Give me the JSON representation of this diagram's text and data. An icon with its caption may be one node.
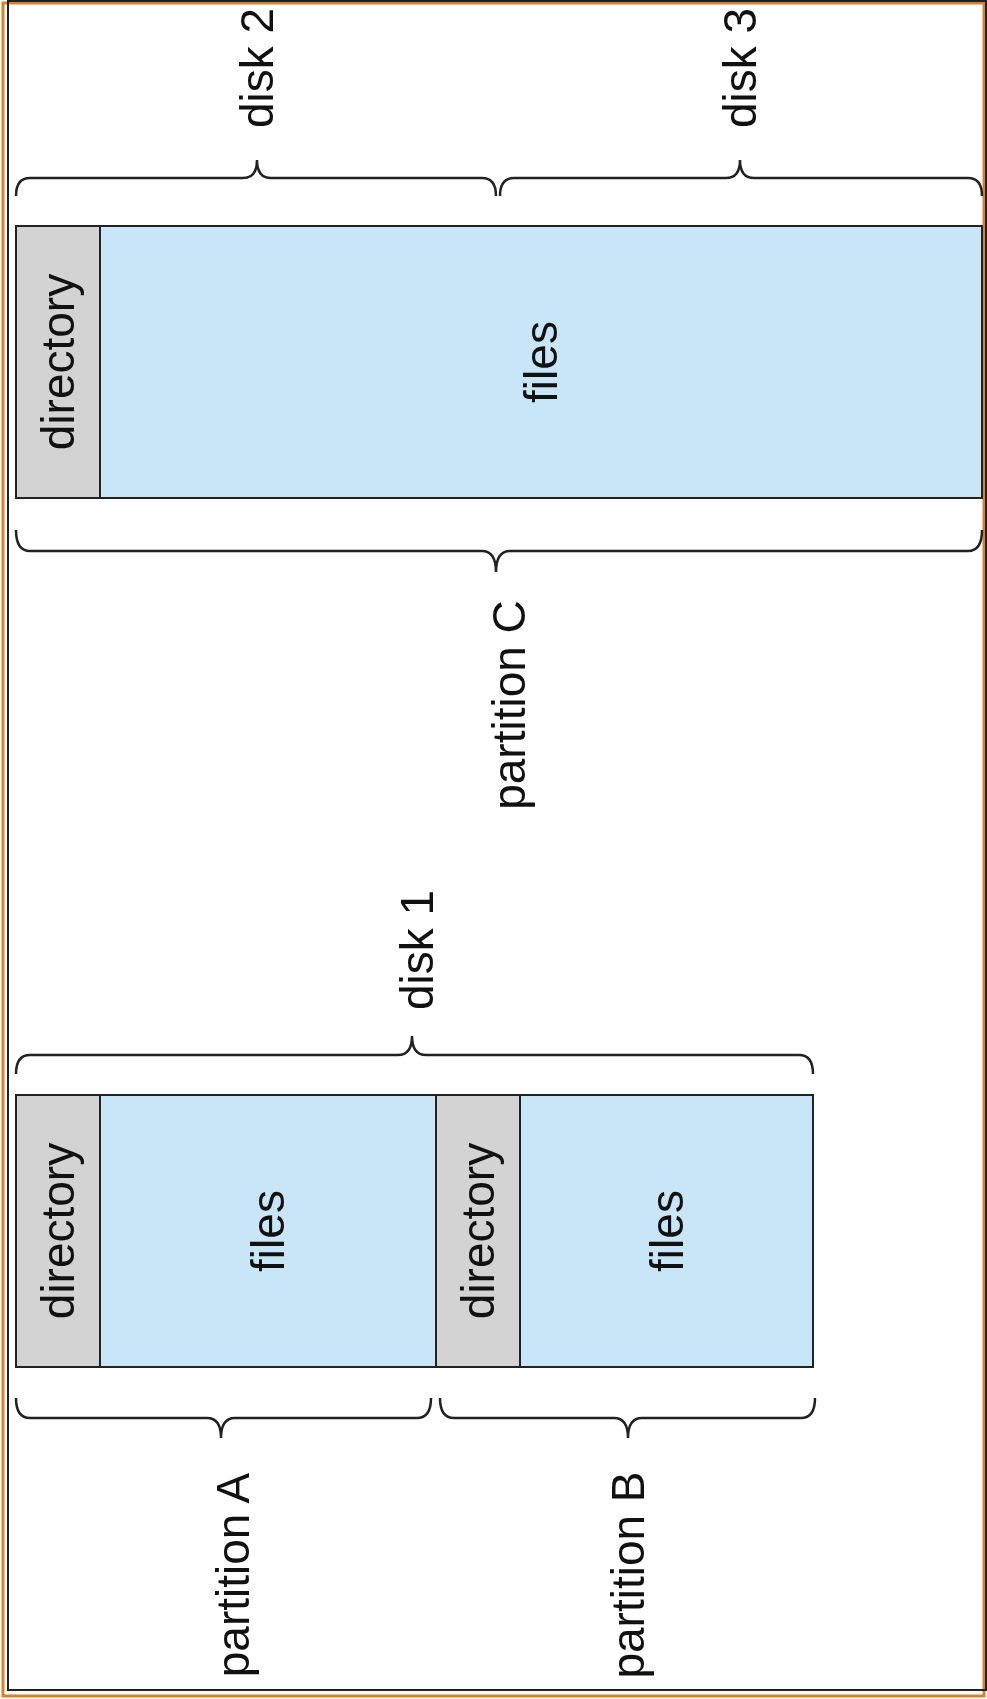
{
  "diagram": {
    "nodes": [
      {
        "text": [
          "directory"
        ]
      },
      {
        "text": [
          "files"
        ]
      },
      {
        "text": [
          "directory"
        ]
      },
      {
        "text": [
          "files"
        ]
      },
      {
        "text": [
          "directory"
        ]
      },
      {
        "text": [
          "files"
        ]
      }
    ],
    "labels": [
      "disk 2",
      "disk 3",
      "partition C",
      "disk 1",
      "partition A",
      "partition B"
    ]
  }
}
